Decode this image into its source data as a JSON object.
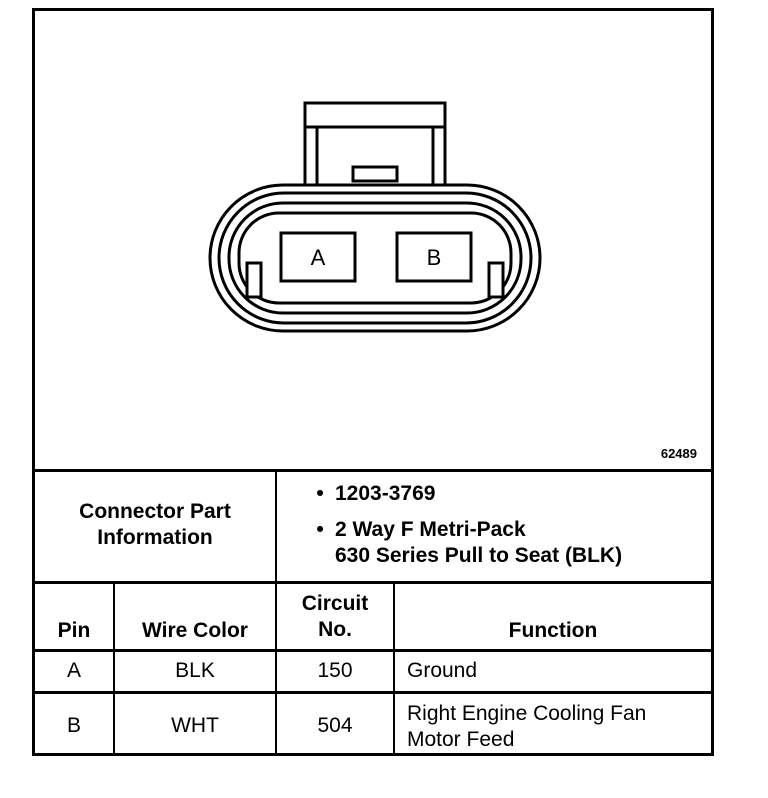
{
  "figure_id": "62489",
  "connector": {
    "pins": [
      "A",
      "B"
    ]
  },
  "connector_info": {
    "title": "Connector Part Information",
    "part_number": "1203-3769",
    "description_line1": "2 Way F Metri-Pack",
    "description_line2": "630 Series Pull to Seat (BLK)"
  },
  "table": {
    "headers": {
      "pin": "Pin",
      "wire_color": "Wire Color",
      "circuit_line1": "Circuit",
      "circuit_line2": "No.",
      "function": "Function"
    },
    "rows": [
      {
        "pin": "A",
        "wire_color": "BLK",
        "circuit": "150",
        "function_line1": "Ground",
        "function_line2": ""
      },
      {
        "pin": "B",
        "wire_color": "WHT",
        "circuit": "504",
        "function_line1": "Right Engine Cooling Fan",
        "function_line2": "Motor Feed"
      }
    ]
  }
}
